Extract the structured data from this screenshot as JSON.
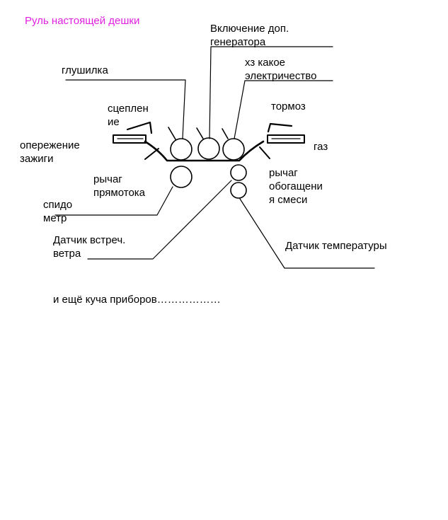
{
  "title": "Руль настоящей дешки",
  "colors": {
    "title": "#e020e0",
    "ink": "#000000",
    "background": "#ffffff"
  },
  "labels": {
    "generator": [
      "Включение доп.",
      "генератора"
    ],
    "silencer": "глушилка",
    "electricity": [
      "хз какое",
      "электричество"
    ],
    "clutch": [
      "сцеплен",
      "ие"
    ],
    "brake": "тормоз",
    "ignition": [
      "опережение",
      "зажиги"
    ],
    "gas": "газ",
    "straight_flow": [
      "рычаг",
      "прямотока"
    ],
    "enrichment": [
      "рычаг",
      "обогащени",
      "я смеси"
    ],
    "speedometer": [
      "спидо",
      "метр"
    ],
    "wind_sensor": [
      "Датчик встреч.",
      "ветра"
    ],
    "temp_sensor": "Датчик температуры",
    "more_devices": "и ещё куча приборов………………"
  }
}
